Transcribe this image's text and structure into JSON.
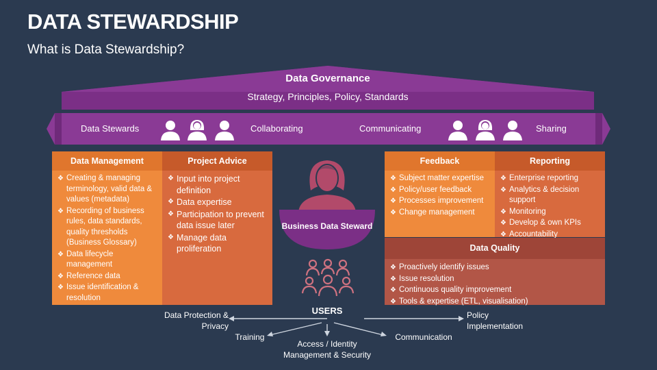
{
  "header": {
    "title": "DATA STEWARDSHIP",
    "subtitle": "What is Data Stewardship?"
  },
  "governance": {
    "title": "Data Governance",
    "subtitle": "Strategy, Principles, Policy, Standards"
  },
  "band": {
    "labels": [
      "Data Stewards",
      "Collaborating",
      "Communicating",
      "Sharing"
    ],
    "icons": [
      "person-male-icon",
      "person-female-icon"
    ]
  },
  "panels": {
    "data_management": {
      "title": "Data Management",
      "items": [
        "Creating & managing terminology, valid data & values (metadata)",
        "Recording of business rules, data standards, quality thresholds (Business Glossary)",
        "Data lifecycle management",
        "Reference data",
        "Issue identification & resolution"
      ]
    },
    "project_advice": {
      "title": "Project Advice",
      "items": [
        "Input into project definition",
        "Data expertise",
        "Participation to prevent data issue later",
        "Manage data proliferation"
      ]
    },
    "feedback": {
      "title": "Feedback",
      "items": [
        "Subject matter expertise",
        "Policy/user feedback",
        "Processes improvement",
        "Change management"
      ]
    },
    "reporting": {
      "title": "Reporting",
      "items": [
        "Enterprise reporting",
        "Analytics & decision support",
        "Monitoring",
        "Develop & own KPIs",
        "Accountability"
      ]
    },
    "data_quality": {
      "title": "Data Quality",
      "items": [
        "Proactively identify issues",
        "Issue resolution",
        "Continuous quality improvement",
        "Tools & expertise (ETL, visualisation)"
      ]
    }
  },
  "steward": {
    "label": "Business Data Steward"
  },
  "users": {
    "label": "USERS",
    "outputs": [
      "Data Protection & Privacy",
      "Training",
      "Access / Identity Management & Security",
      "Communication",
      "Policy Implementation"
    ]
  },
  "colors": {
    "background": "#2b3a50",
    "purple": "#7b2f86",
    "orange": "#ef8a3c",
    "orange_dark": "#c65a2a",
    "rust": "#d86a3e",
    "brick": "#b25647",
    "steward_pink": "#b24a6a",
    "users_icon": "#cf7280"
  }
}
